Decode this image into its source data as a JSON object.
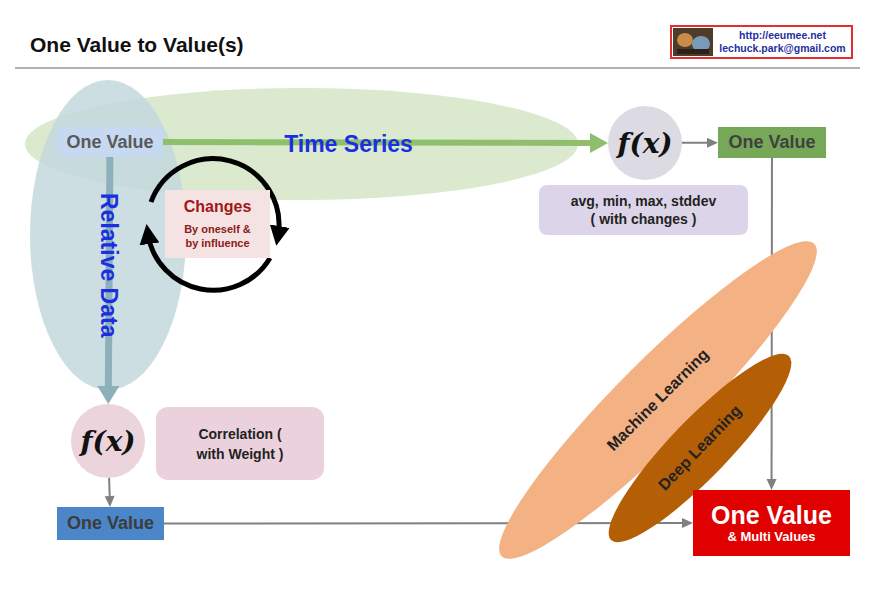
{
  "diagram": {
    "title": "One Value to Value(s)",
    "nodes": [
      {
        "text": [
          "http://eeumee.net",
          "lechuck.park@gmail.com"
        ]
      },
      {
        "text": [
          "Time Series"
        ]
      },
      {
        "text": [
          "Relative Data"
        ]
      },
      {
        "text": [
          "One Value"
        ]
      },
      {
        "text": [
          "Changes",
          "By oneself & by influence"
        ]
      },
      {
        "text": [
          "f(x)"
        ]
      },
      {
        "text": [
          "One Value"
        ]
      },
      {
        "text": [
          "avg, min, max, stddev ( with changes )"
        ]
      },
      {
        "text": [
          "f(x)"
        ]
      },
      {
        "text": [
          "Correlation ( with Weight )"
        ]
      },
      {
        "text": [
          "One Value"
        ]
      },
      {
        "text": [
          "Machine Learning"
        ]
      },
      {
        "text": [
          "Deep Learning"
        ]
      },
      {
        "text": [
          "One Value",
          "& Multi Values"
        ]
      }
    ],
    "edges": [
      {
        "from": 3,
        "to": 5,
        "arrow": "to"
      },
      {
        "from": 5,
        "to": 6,
        "arrow": "to"
      },
      {
        "from": 6,
        "to": 13,
        "arrow": "to"
      },
      {
        "from": 3,
        "to": 8,
        "arrow": "to"
      },
      {
        "from": 8,
        "to": 10,
        "arrow": "to"
      },
      {
        "from": 10,
        "to": 13,
        "arrow": "to"
      }
    ]
  }
}
